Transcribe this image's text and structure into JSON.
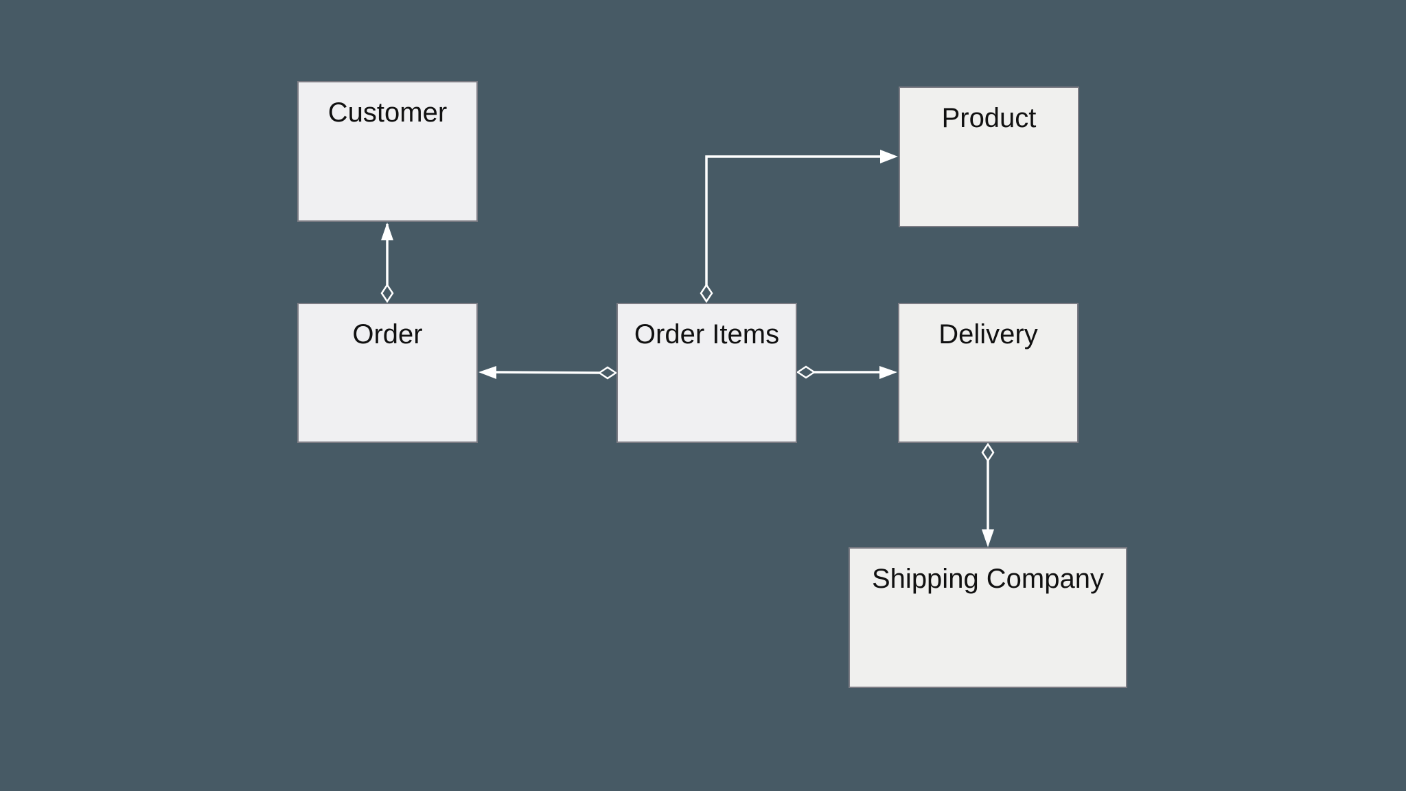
{
  "diagram": {
    "background": "#475a65",
    "box_fill": "#f0f0f2",
    "box_border": "#7c7c84",
    "connector_color": "#ffffff",
    "entities": {
      "customer": "Customer",
      "product": "Product",
      "order": "Order",
      "order_items": "Order Items",
      "delivery": "Delivery",
      "shipping_company": "Shipping Company"
    },
    "relationships": [
      {
        "from": "Order",
        "to": "Customer",
        "source_end": "open-diamond",
        "target_end": "filled-arrow"
      },
      {
        "from": "Order Items",
        "to": "Order",
        "source_end": "open-diamond",
        "target_end": "filled-arrow"
      },
      {
        "from": "Order Items",
        "to": "Product",
        "source_end": "open-diamond",
        "target_end": "filled-arrow"
      },
      {
        "from": "Order Items",
        "to": "Delivery",
        "source_end": "open-diamond",
        "target_end": "filled-arrow"
      },
      {
        "from": "Delivery",
        "to": "Shipping Company",
        "source_end": "open-diamond",
        "target_end": "filled-arrow"
      }
    ]
  }
}
